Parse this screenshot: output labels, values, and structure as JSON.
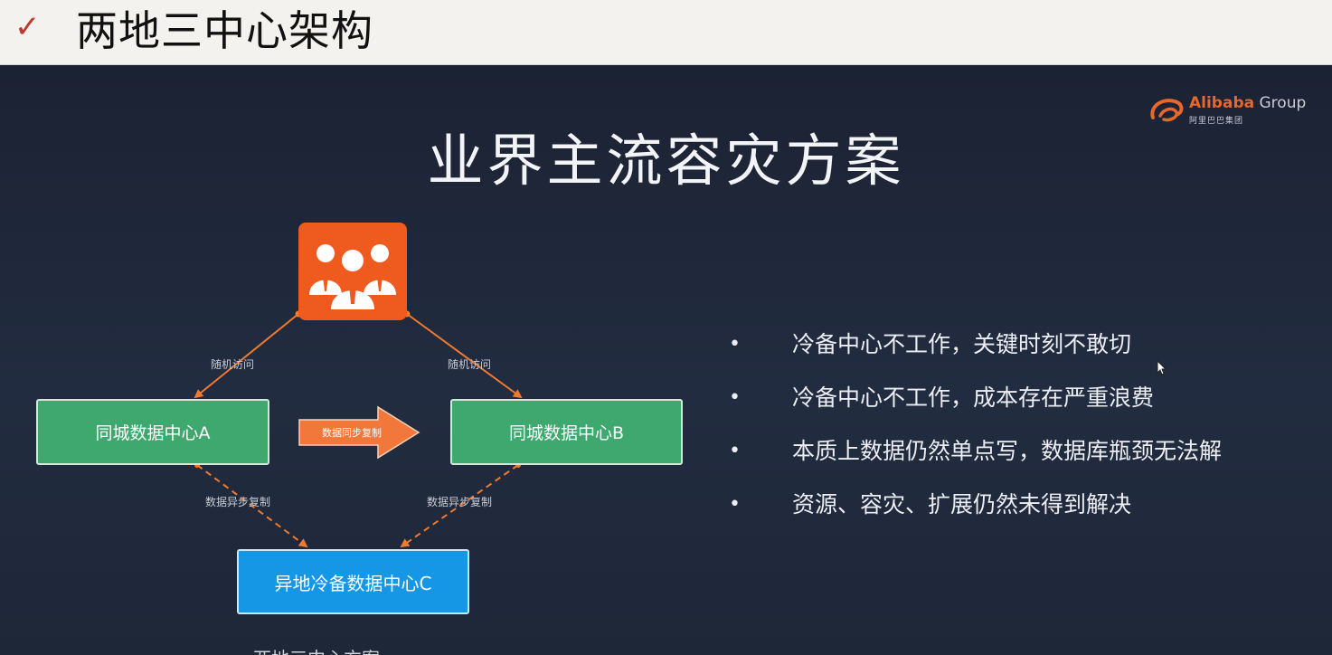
{
  "header": {
    "check_glyph": "✓",
    "title": "两地三中心架构"
  },
  "logo": {
    "brand": "Alibaba",
    "group": " Group",
    "subtitle": "阿里巴巴集团",
    "accent_color": "#e8672b"
  },
  "slide": {
    "title": "业界主流容灾方案",
    "diagram": {
      "users_icon": "users-group-icon",
      "nodes": {
        "dc_a": "同城数据中心A",
        "dc_b": "同城数据中心B",
        "dc_c": "异地冷备数据中心C"
      },
      "edges": {
        "random_access_left": "随机访问",
        "random_access_right": "随机访问",
        "sync_replication": "数据同步复制",
        "async_replication_left": "数据异步复制",
        "async_replication_right": "数据异步复制"
      },
      "colors": {
        "users_box": "#ef5a1f",
        "green_node": "#3fa86e",
        "blue_node": "#1597e5",
        "arrow": "#f07a2e"
      }
    },
    "bullets": [
      "冷备中心不工作，关键时刻不敢切",
      "冷备中心不工作，成本存在严重浪费",
      "本质上数据仍然单点写，数据库瓶颈无法解",
      "资源、容灾、扩展仍然未得到解决"
    ],
    "bottom_cut_text": "两地三中心方案"
  }
}
